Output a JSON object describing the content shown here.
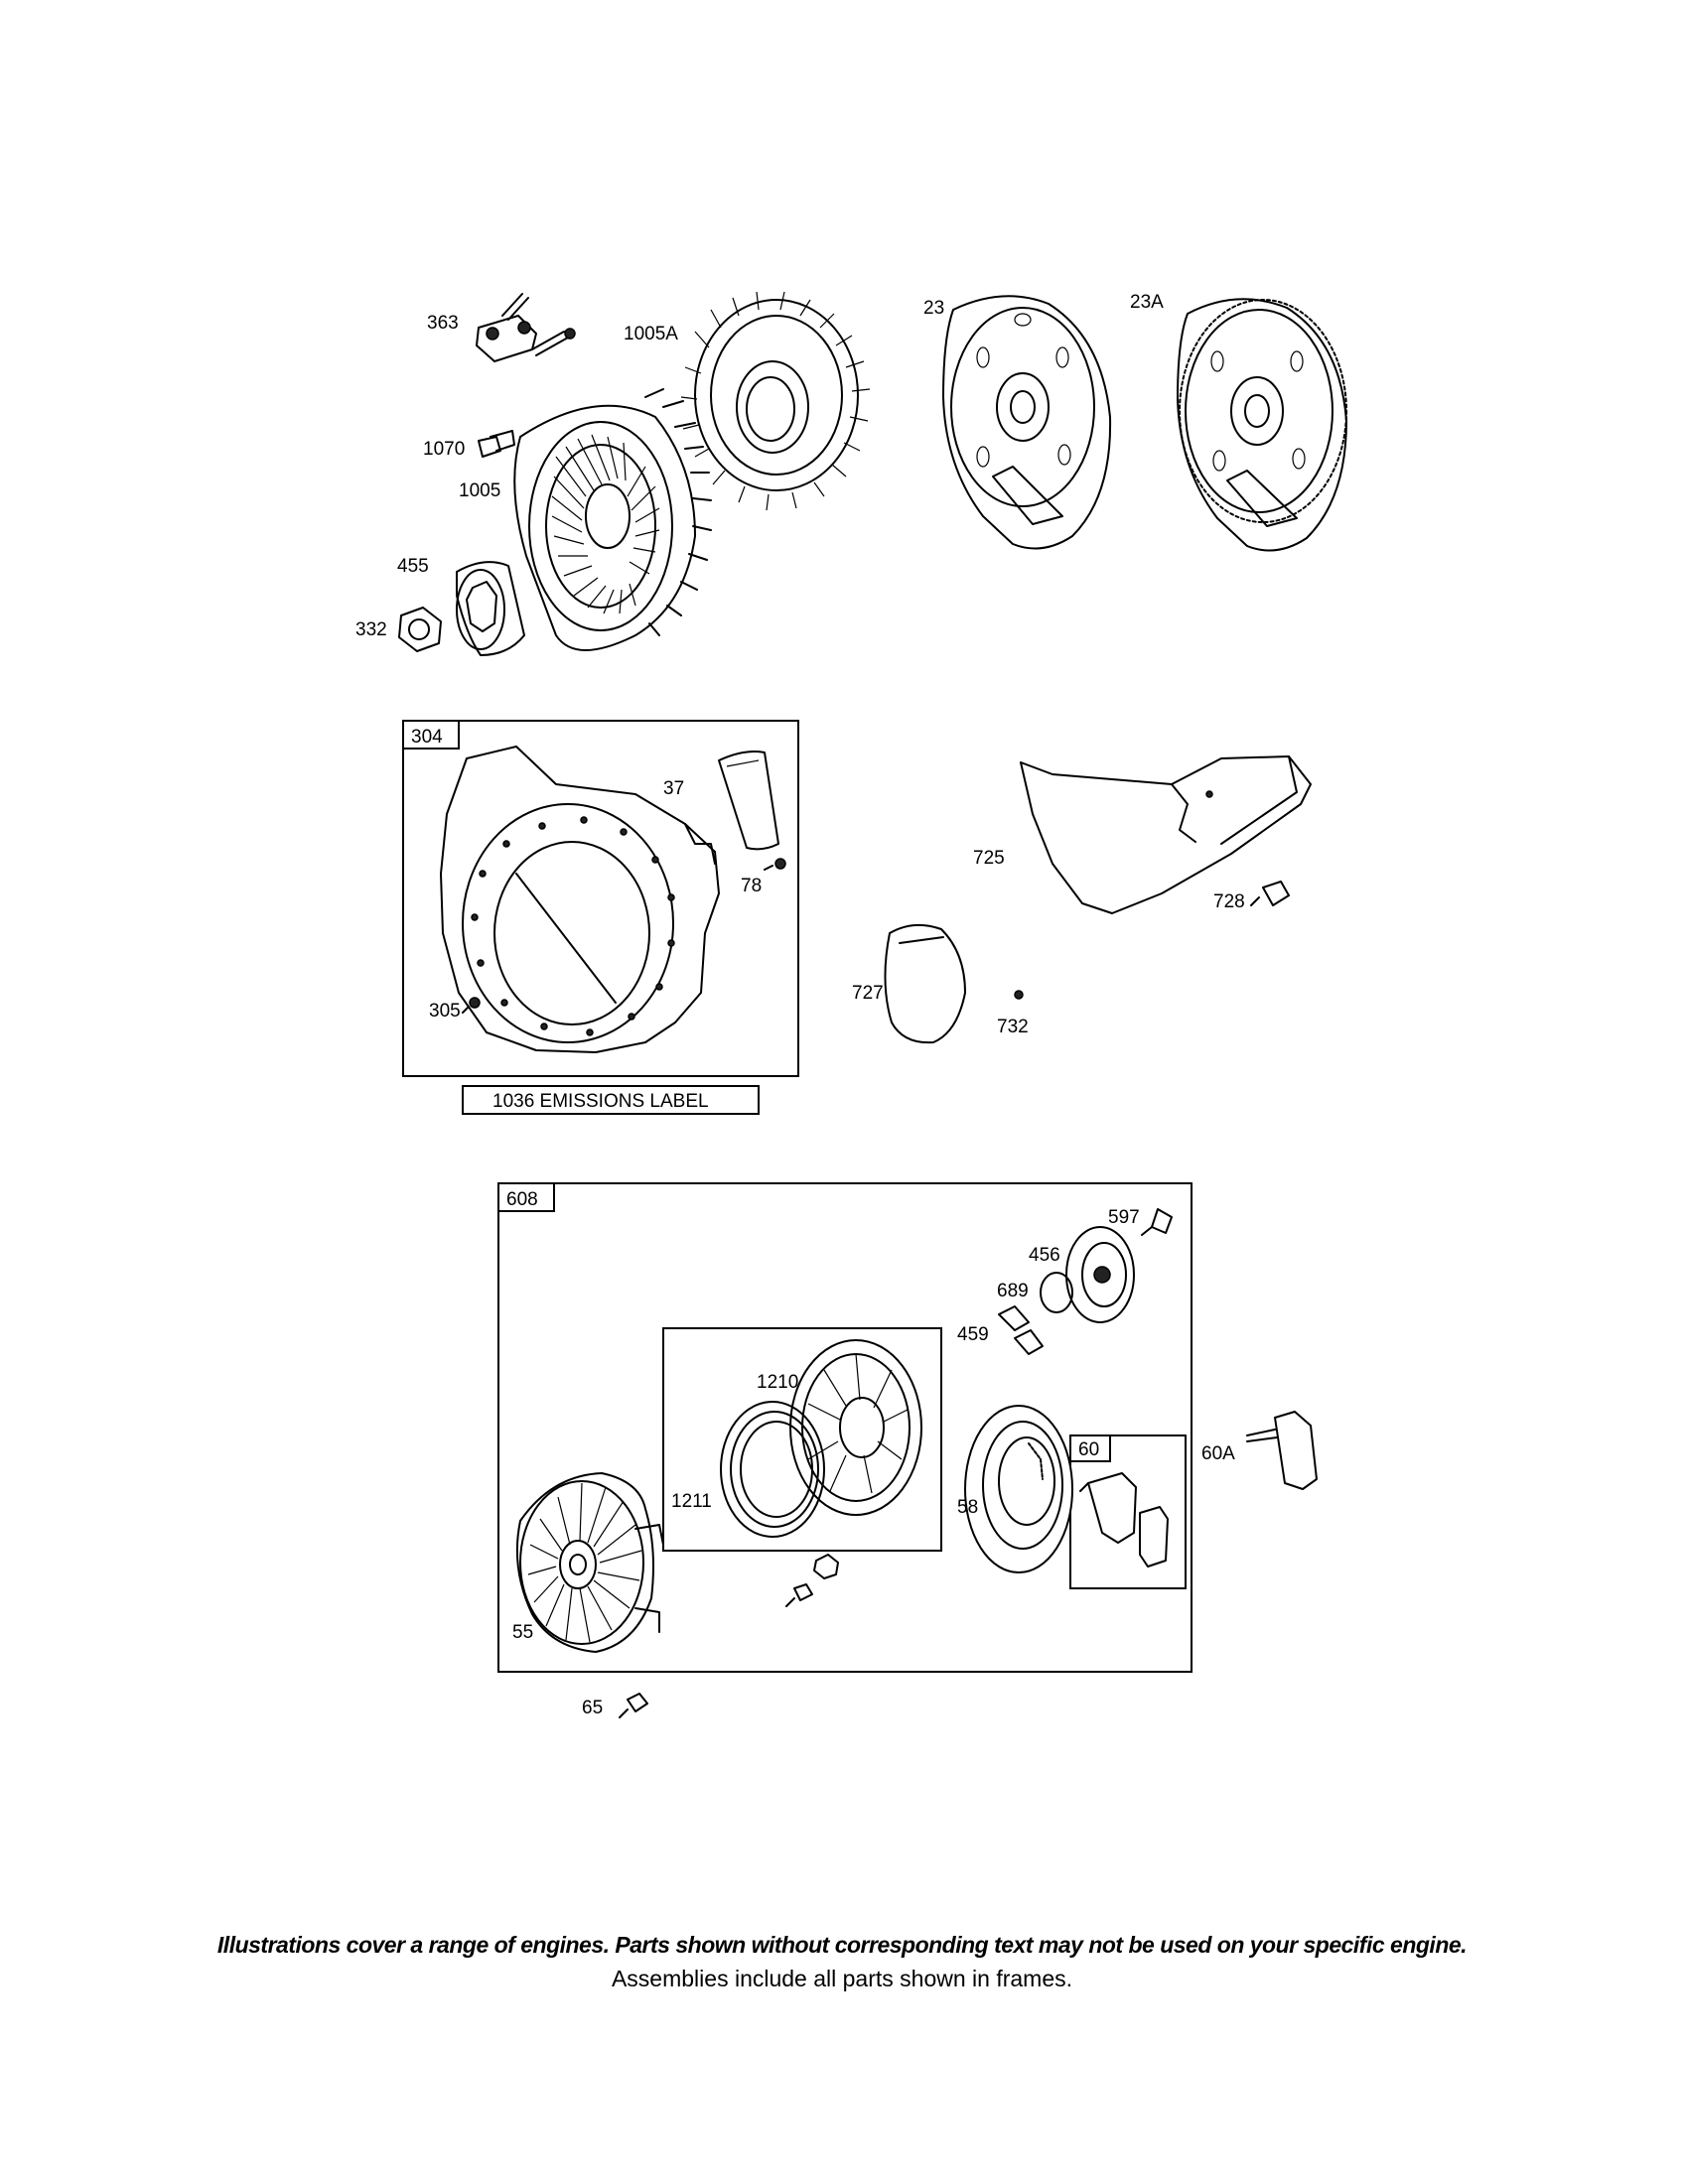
{
  "labels": {
    "p363": "363",
    "p1005A": "1005A",
    "p23": "23",
    "p23A": "23A",
    "p1070": "1070",
    "p1005": "1005",
    "p455": "455",
    "p332": "332",
    "p304": "304",
    "p37": "37",
    "p78": "78",
    "p305": "305",
    "p725": "725",
    "p728": "728",
    "p727": "727",
    "p732": "732",
    "emissions_label": "1036 EMISSIONS LABEL",
    "p608": "608",
    "p597": "597",
    "p456": "456",
    "p689": "689",
    "p459": "459",
    "p1210": "1210",
    "p1211": "1211",
    "p58": "58",
    "p60": "60",
    "p60A": "60A",
    "p55": "55",
    "p65": "65"
  },
  "footer": {
    "note_line1": "Illustrations cover a range of engines. Parts shown without corresponding text may not be used on your specific engine.",
    "note_line2": "Assemblies include all parts shown in frames."
  }
}
